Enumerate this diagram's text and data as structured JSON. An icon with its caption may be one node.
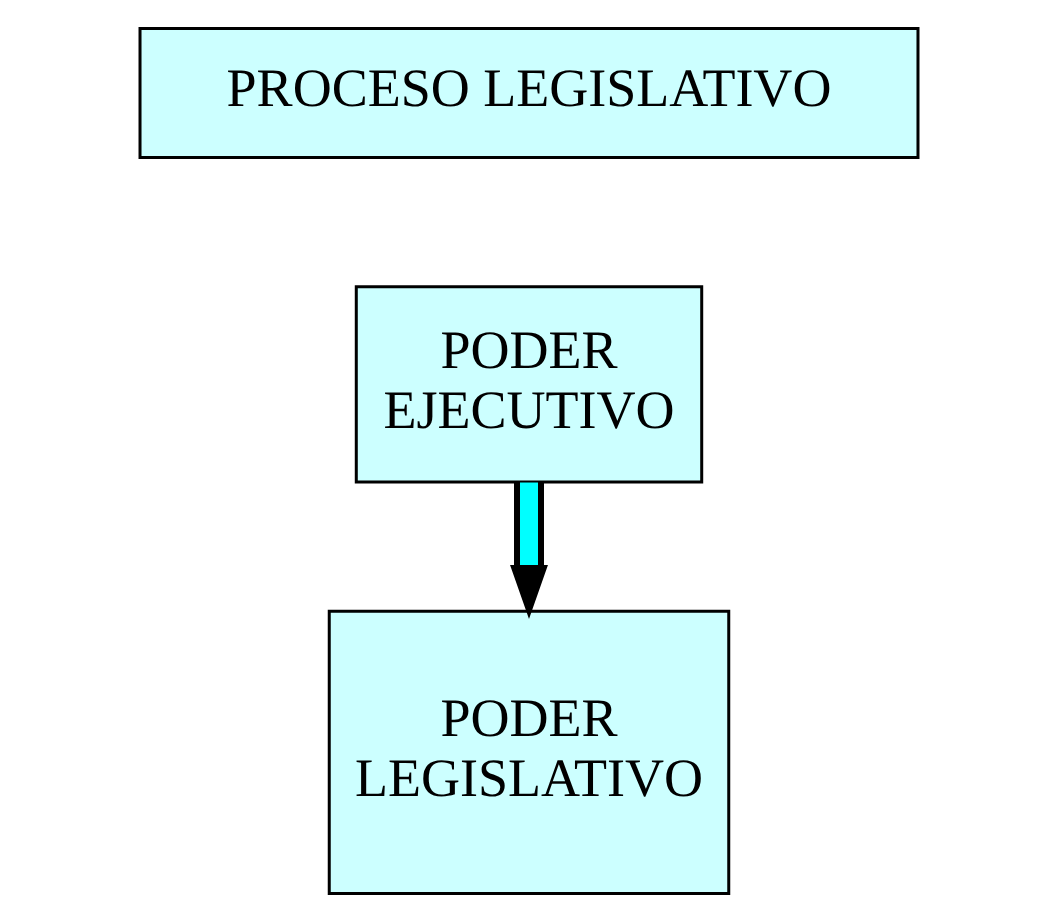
{
  "diagram": {
    "nodes": [
      {
        "text": [
          "PROCESO LEGISLATIVO"
        ]
      },
      {
        "text": [
          "PODER EJECUTIVO"
        ]
      },
      {
        "text": [
          "PODER LEGISLATIVO"
        ]
      }
    ],
    "edges": [
      {
        "from": 1,
        "to": 2,
        "arrow": "to"
      }
    ]
  }
}
